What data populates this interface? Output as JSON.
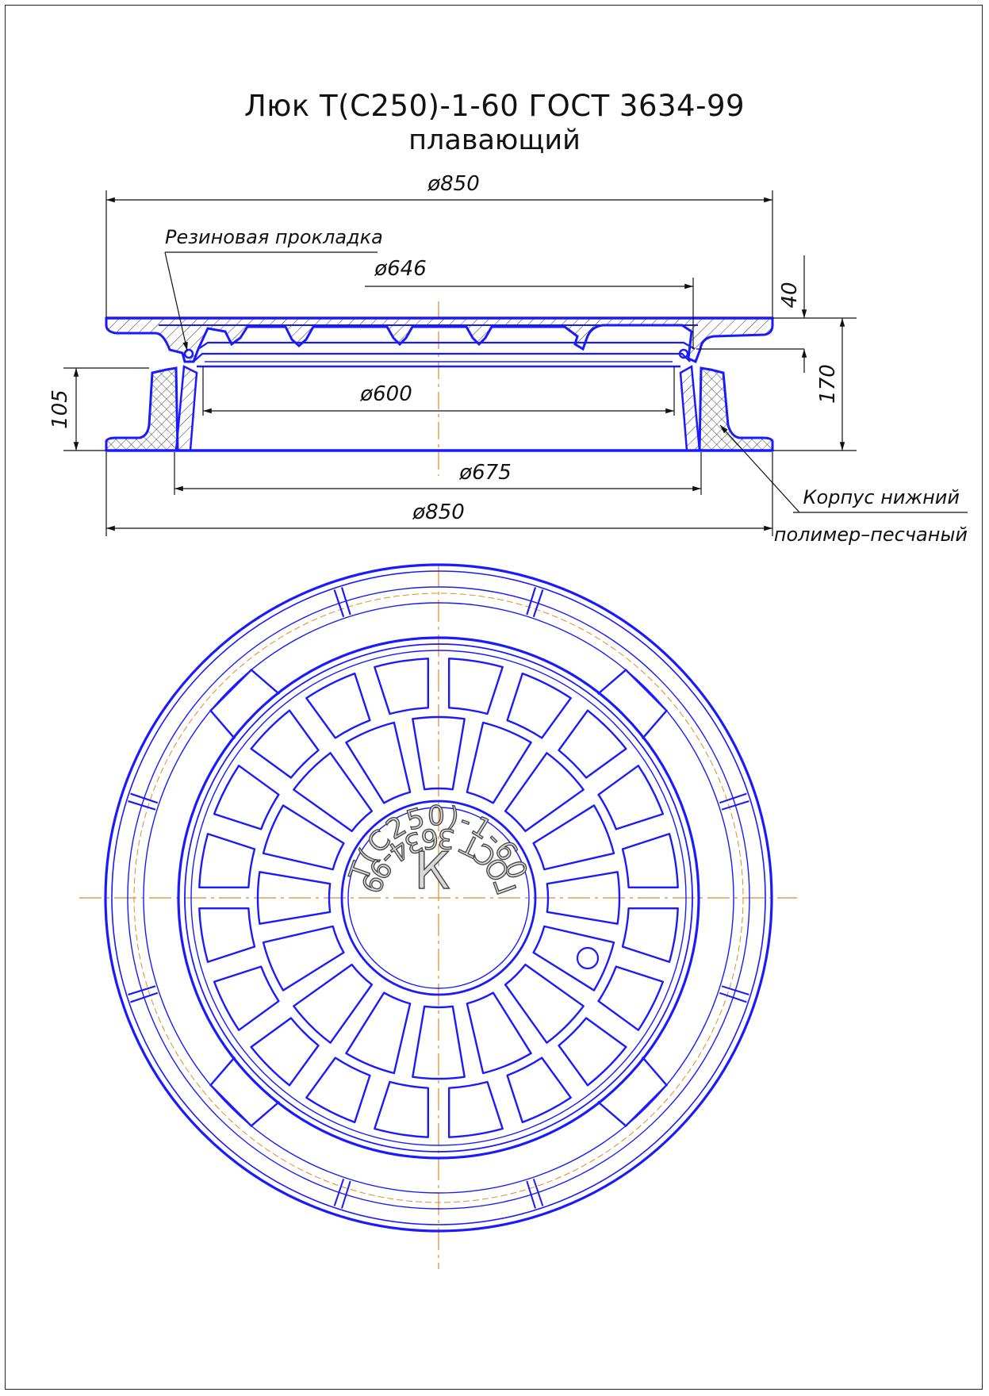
{
  "title": {
    "line1": "Люк Т(С250)-1-60 ГОСТ 3634-99",
    "line2": "плавающий"
  },
  "dimensions": {
    "top_diameter": "ø850",
    "inner_diameter_646": "ø646",
    "inner_diameter_600": "ø600",
    "inner_diameter_675": "ø675",
    "bottom_diameter": "ø850",
    "height_40": "40",
    "height_170": "170",
    "height_105": "105"
  },
  "callouts": {
    "gasket": "Резиновая прокладка",
    "body_line1": "Корпус нижний",
    "body_line2": "полимер–песчаный"
  },
  "cover": {
    "marking_upper": "Т(С250)-1-60",
    "marking_lower": "ГОСТ 3634-99",
    "center_letter": "К"
  },
  "colors": {
    "outline": "#1a1aff",
    "centerline": "#e08a2a",
    "dimension": "#111111"
  }
}
